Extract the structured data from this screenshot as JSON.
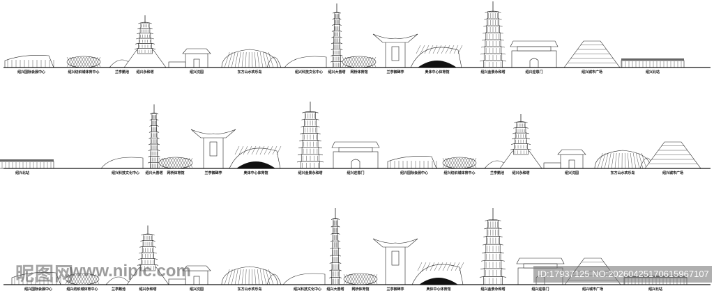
{
  "title": "",
  "rows": [
    {
      "labels": [
        "绍兴国际会展中心",
        "绍兴纺织城体育中心",
        "兰亭鹅池",
        "绍兴永和塔",
        "绍兴沈园",
        "东方山水欢乐岛",
        "绍兴科技文化中心",
        "绍兴大善塔",
        "网桥体育馆",
        "兰亭御碑亭",
        "奥体中心体育馆",
        "绍兴金景永和塔",
        "绍兴迎恩门",
        "绍兴城市广场",
        "绍兴北站"
      ]
    },
    {
      "labels": [
        "绍兴北站",
        "绍兴科技文化中心",
        "绍兴大善塔",
        "网桥体育馆",
        "兰亭御碑亭",
        "奥体中心体育馆",
        "绍兴金景永和塔",
        "绍兴迎恩门",
        "绍兴国际会展中心",
        "绍兴纺织城体育中心",
        "兰亭鹅池",
        "绍兴永和塔",
        "绍兴沈园",
        "东方山水欢乐岛",
        "绍兴城市广场"
      ]
    },
    {
      "labels": [
        "绍兴国际会展中心",
        "绍兴纺织城体育中心",
        "兰亭鹅池",
        "绍兴永和塔",
        "绍兴沈园",
        "东方山水欢乐岛",
        "绍兴科技文化中心",
        "绍兴大善塔",
        "网桥体育馆",
        "兰亭御碑亭",
        "奥体中心体育馆",
        "绍兴金景永和塔",
        "绍兴迎恩门",
        "绍兴城市广场",
        "绍兴北站"
      ]
    }
  ],
  "watermark": {
    "logo": "昵图网",
    "site": "www.nipic.com",
    "id": "ID:17937125 NO:20260425170615967107"
  },
  "colors": {
    "line": "#222222",
    "fill": "#ffffff",
    "dark": "#111111"
  }
}
